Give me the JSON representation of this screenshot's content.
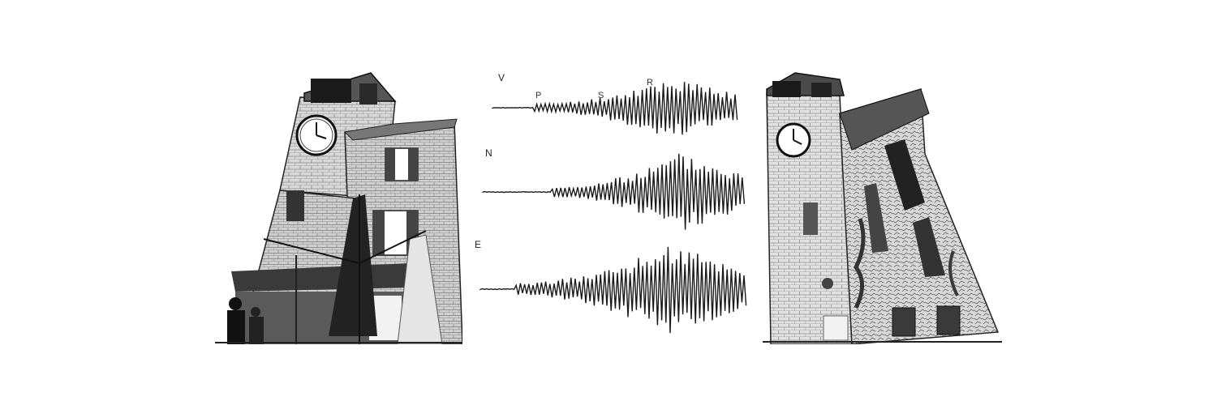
{
  "seismogram": {
    "components": [
      {
        "label": "V"
      },
      {
        "label": "N"
      },
      {
        "label": "E"
      }
    ],
    "phases": [
      {
        "label": "P"
      },
      {
        "label": "S"
      },
      {
        "label": "R"
      }
    ]
  },
  "colors": {
    "ink": "#1a1a1a",
    "background": "#ffffff"
  }
}
